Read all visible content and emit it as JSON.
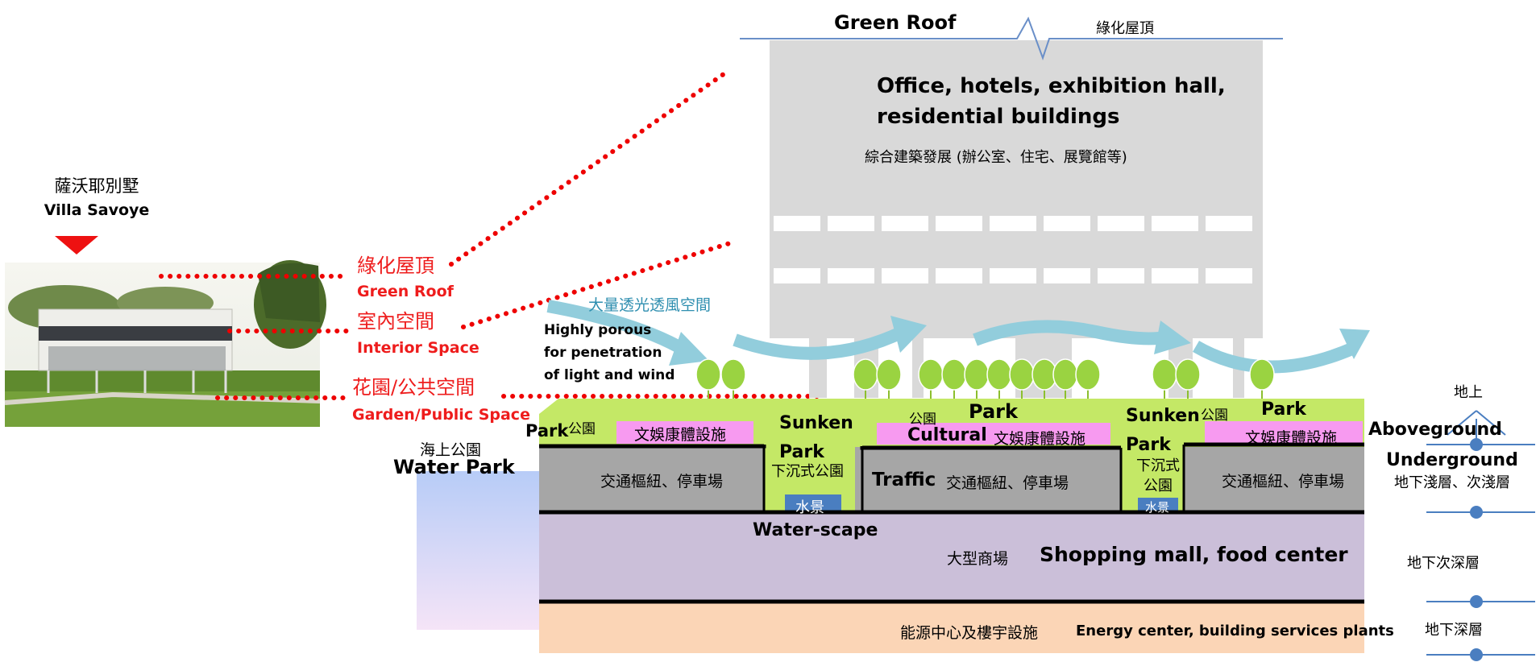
{
  "villa": {
    "title_zh": "薩沃耶別墅",
    "title_en": "Villa Savoye",
    "roof_zh": "綠化屋頂",
    "roof_en": "Green Roof",
    "interior_zh": "室內空間",
    "interior_en": "Interior Space",
    "garden_zh": "花園/公共空間",
    "garden_en": "Garden/Public Space"
  },
  "tower": {
    "roof_en": "Green Roof",
    "roof_zh": "綠化屋頂",
    "title_line1": "Office, hotels, exhibition hall,",
    "title_line2": "residential buildings",
    "subtitle_zh": "綜合建築發展 (辦公室、住宅、展覽館等)"
  },
  "airflow": {
    "title_zh": "大量透光透風空間",
    "line1": "Highly porous",
    "line2": "for penetration",
    "line3": "of  light and wind"
  },
  "podium": {
    "park_left_en": "Park",
    "park_left_zh": "公園",
    "cultural_left_zh": "文娛康體設施",
    "sunken1_line1": "Sunken",
    "sunken1_line2": "Park",
    "sunken1_zh": "下沉式公園",
    "water1_zh": "水景",
    "water_en": "Water-scape",
    "park_mid_zh": "公園",
    "park_mid_en": "Park",
    "cultural_mid_en": "Cultural",
    "cultural_mid_zh": "文娛康體設施",
    "sunken2_line1": "Sunken",
    "sunken2_line2": "Park",
    "sunken2_zh_1": "下沉式",
    "sunken2_zh_2": "公園",
    "water2_zh": "水景",
    "park_right_zh": "公園",
    "park_right_en": "Park",
    "cultural_right_zh": "文娛康體設施",
    "traffic_left_zh": "交通樞紐、停車場",
    "traffic_mid_en": "Traffic",
    "traffic_mid_zh": "交通樞紐、停車場",
    "traffic_right_zh": "交通樞紐、停車場",
    "mall_zh": "大型商場",
    "mall_en": "Shopping mall, food center",
    "energy_zh": "能源中心及樓宇設施",
    "energy_en": "Energy center, building services plants"
  },
  "water_park": {
    "zh": "海上公園",
    "en": "Water Park"
  },
  "levels": {
    "above_zh": "地上",
    "above_en": "Aboveground",
    "under_en": "Underground",
    "shallow_zh": "地下淺層、次淺層",
    "midDeep_zh": "地下次深層",
    "deep_zh": "地下深層"
  },
  "colors": {
    "accent_red": "#ee1c1c",
    "dot_red": "#ee0000",
    "building_grey": "#d9d9d9",
    "park_green": "#c4e866",
    "cultural_pink": "#f79af0",
    "traffic_grey": "#a6a6a6",
    "mall_purple": "#cbbfd9",
    "energy_peach": "#fbd5b6",
    "water_blue": "#4a7ec0",
    "arrow_blue": "#92cddc",
    "level_blue": "#4a7ec0"
  }
}
